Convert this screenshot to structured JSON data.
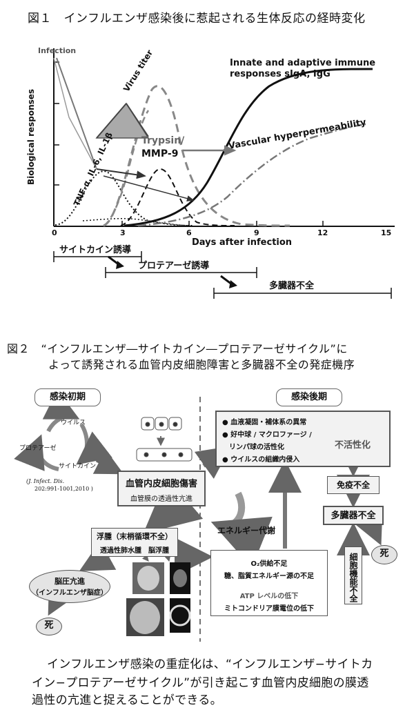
{
  "fig1": {
    "title": "図１　インフルエンザ感染後に惹起される生体反応の経時変化",
    "infection": "Infection",
    "virus_titer": "Virus titer",
    "innate_line1": "Innate and adaptive immune",
    "innate_line2": "responses sIgA, IgG",
    "vascular": "Vascular hyperpermeability",
    "trypsin_line1": "Trypsin/",
    "trypsin_line2": "MMP-9",
    "tnf": "TNF-α, IL-6, IL-1β",
    "ylabel": "Biological responses",
    "xlabel": "Days after infection",
    "x_ticks": [
      "0",
      "3",
      "6",
      "9",
      "12",
      "15"
    ],
    "phase1": "サイトカイン誘導",
    "phase2": "プロテアーゼ誘導",
    "phase3": "多臓器不全"
  },
  "fig2": {
    "title_line1": "図２　“インフルエンザ―サイトカイン―プロテアーゼサイクル”に",
    "title_line2": "よって誘発される血管内皮細胞障害と多臓器不全の発症機序",
    "early": "感染初期",
    "late": "感染後期",
    "cycle_virus": "ウイルス",
    "cycle_protease": "プロテアーゼ",
    "cycle_cytokine": "サイトカイン",
    "citation_line1": "(J. Infect. Dis.",
    "citation_line2": "202:991-1001,2010 )",
    "endo_main": "血管内皮細胞傷害",
    "endo_sub": "血管膜の透過性亢進",
    "energy": "エネルギー代謝",
    "edema_title": "浮腫（末梢循環不全）",
    "edema_sub": "透過性肺水腫　脳浮腫",
    "brain_line1": "脳圧亢進",
    "brain_line2": "（インフルエンザ脳症）",
    "death": "死",
    "late_items": [
      "血液凝固・補体系の異常",
      "好中球 / マクロファージ /",
      "リンパ球の活性化",
      "ウイルスの組織内侵入"
    ],
    "inactivation": "不活性化",
    "immune_failure": "免疫不全",
    "mof": "多臓器不全",
    "cell_dysfunction": "細胞機能不全",
    "o2_line1": "O₂供給不足",
    "o2_line2": "糖、脂質エネルギー源の不足",
    "atp_line1": "ATP レベルの低下",
    "atp_line2": "ミトコンドリア膜電位の低下"
  },
  "caption": {
    "line1": "インフルエンザ感染の重症化は、“インフルエンザ−サイトカ",
    "line2": "イン−プロテアーゼサイクル”が引き起こす血管内皮細胞の膜透",
    "line3": "過性の亢進と捉えることができる。"
  }
}
